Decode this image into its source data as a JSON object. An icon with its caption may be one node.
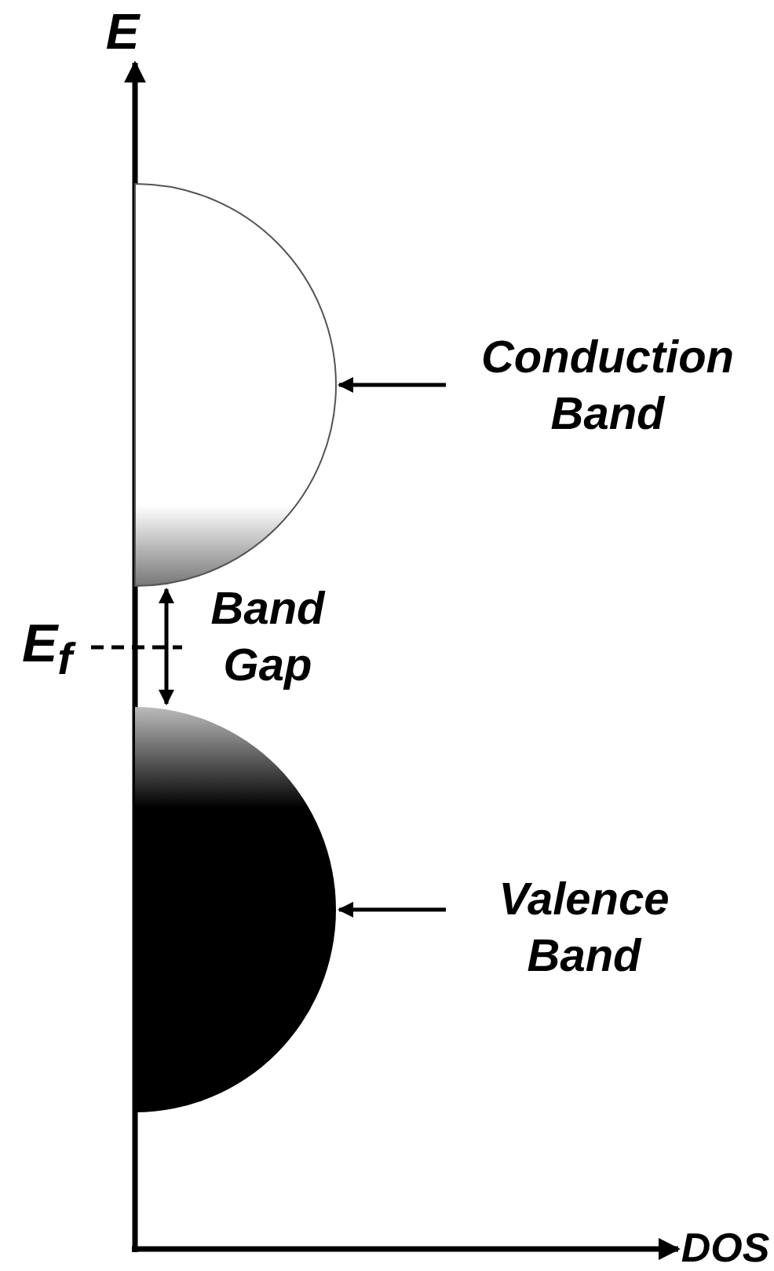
{
  "diagram": {
    "nodes": [
      {
        "text": [],
        "shape": "semicircle"
      },
      {
        "text": [
          "Conduction Band"
        ]
      },
      {
        "text": [],
        "shape": "semicircle"
      },
      {
        "text": [
          "Valence Band"
        ]
      }
    ],
    "edges": [
      {
        "from": 1,
        "to": 0,
        "arrow": "to"
      },
      {
        "from": 0,
        "to": 2,
        "arrow": "both",
        "label": "Band Gap"
      },
      {
        "from": 3,
        "to": 2,
        "arrow": "to"
      }
    ],
    "labels": [
      "E",
      "E$_{f}$",
      "DOS"
    ]
  }
}
